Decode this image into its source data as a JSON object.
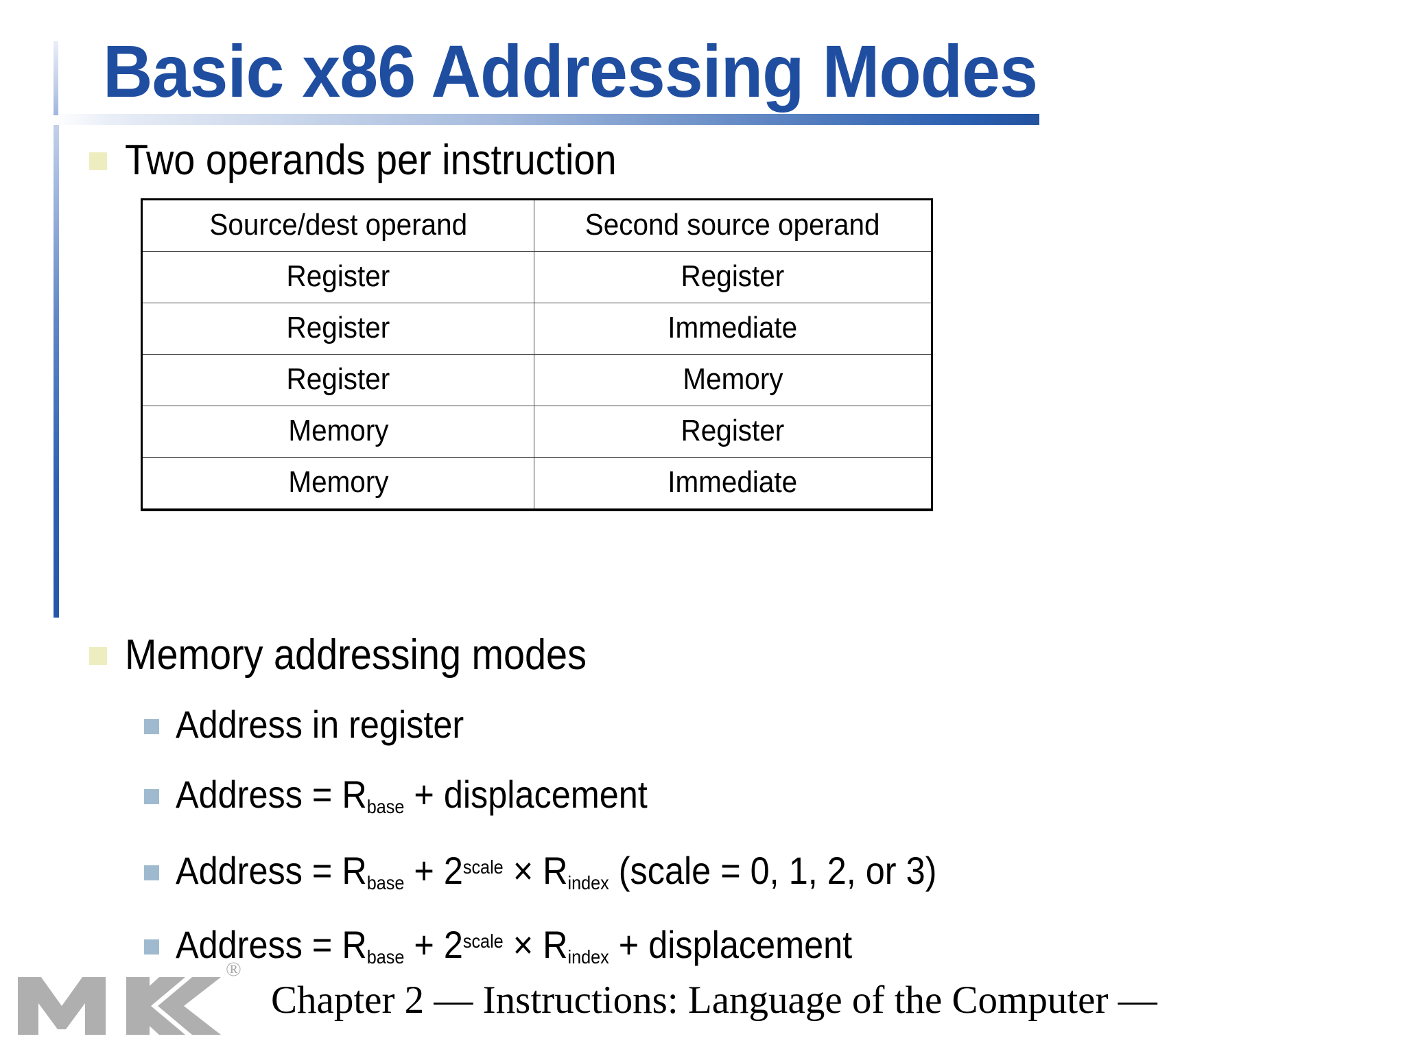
{
  "slide": {
    "title": "Basic x86 Addressing Modes",
    "title_color": "#1F4EA1",
    "accent_bar_color": "#2358A8",
    "level1_bullet_color": "#EDEDC0",
    "level2_bullet_color": "#9FBACE"
  },
  "bullets": {
    "b1": "Two operands per instruction",
    "b2": "Memory addressing modes"
  },
  "table": {
    "headers": [
      "Source/dest operand",
      "Second source operand"
    ],
    "rows": [
      [
        "Register",
        "Register"
      ],
      [
        "Register",
        "Immediate"
      ],
      [
        "Register",
        "Memory"
      ],
      [
        "Memory",
        "Register"
      ],
      [
        "Memory",
        "Immediate"
      ]
    ]
  },
  "addressing_modes": {
    "m1": {
      "text": "Address in register"
    },
    "m2": {
      "pre": "Address = R",
      "sub1": "base",
      "post": " + displacement"
    },
    "m3": {
      "pre": "Address = R",
      "sub1": "base",
      "mid": " + 2",
      "sup1": "scale",
      "mid2": " × R",
      "sub2": "index",
      "post": " (scale = 0, 1, 2, or 3)"
    },
    "m4": {
      "pre": "Address =  R",
      "sub1": "base",
      "mid": " + 2",
      "sup1": "scale",
      "mid2": " × R",
      "sub2": "index",
      "post": " + displacement"
    }
  },
  "footer": {
    "text": "Chapter 2 — Instructions: Language of the Computer —",
    "logo_mark": "MK",
    "registered_mark": "®",
    "logo_color": "#AFAFAF"
  }
}
